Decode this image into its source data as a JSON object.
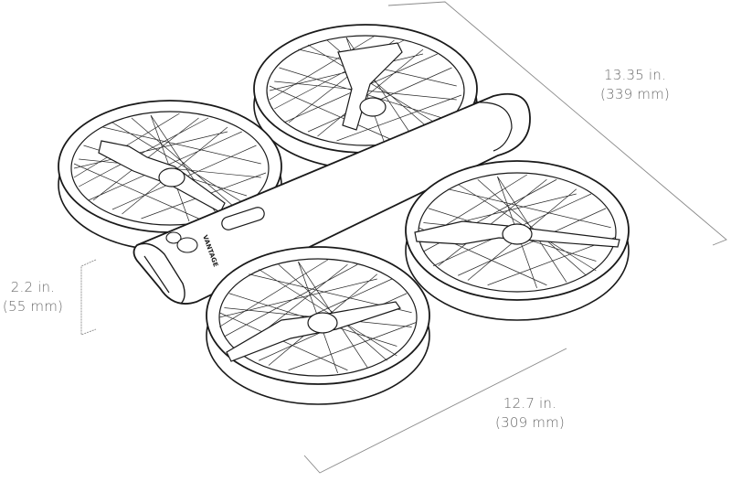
{
  "diagram": {
    "subject": "Quadcopter drone with caged propellers, isometric line drawing",
    "brand_text": "VANTAGE",
    "colors": {
      "background": "#ffffff",
      "line": "#1a1a1a",
      "dimension_line": "#8a8a8a",
      "label_text": "#6b6b6b"
    },
    "dimensions": {
      "length": {
        "imperial": "13.35 in.",
        "metric": "(339 mm)"
      },
      "height": {
        "imperial": "2.2 in.",
        "metric": "(55 mm)"
      },
      "width": {
        "imperial": "12.7 in.",
        "metric": "(309 mm)"
      }
    },
    "components": [
      {
        "name": "rotor-cage-back-left"
      },
      {
        "name": "rotor-cage-back-right"
      },
      {
        "name": "rotor-cage-front-left"
      },
      {
        "name": "rotor-cage-front-right"
      },
      {
        "name": "fuselage-body"
      }
    ]
  }
}
